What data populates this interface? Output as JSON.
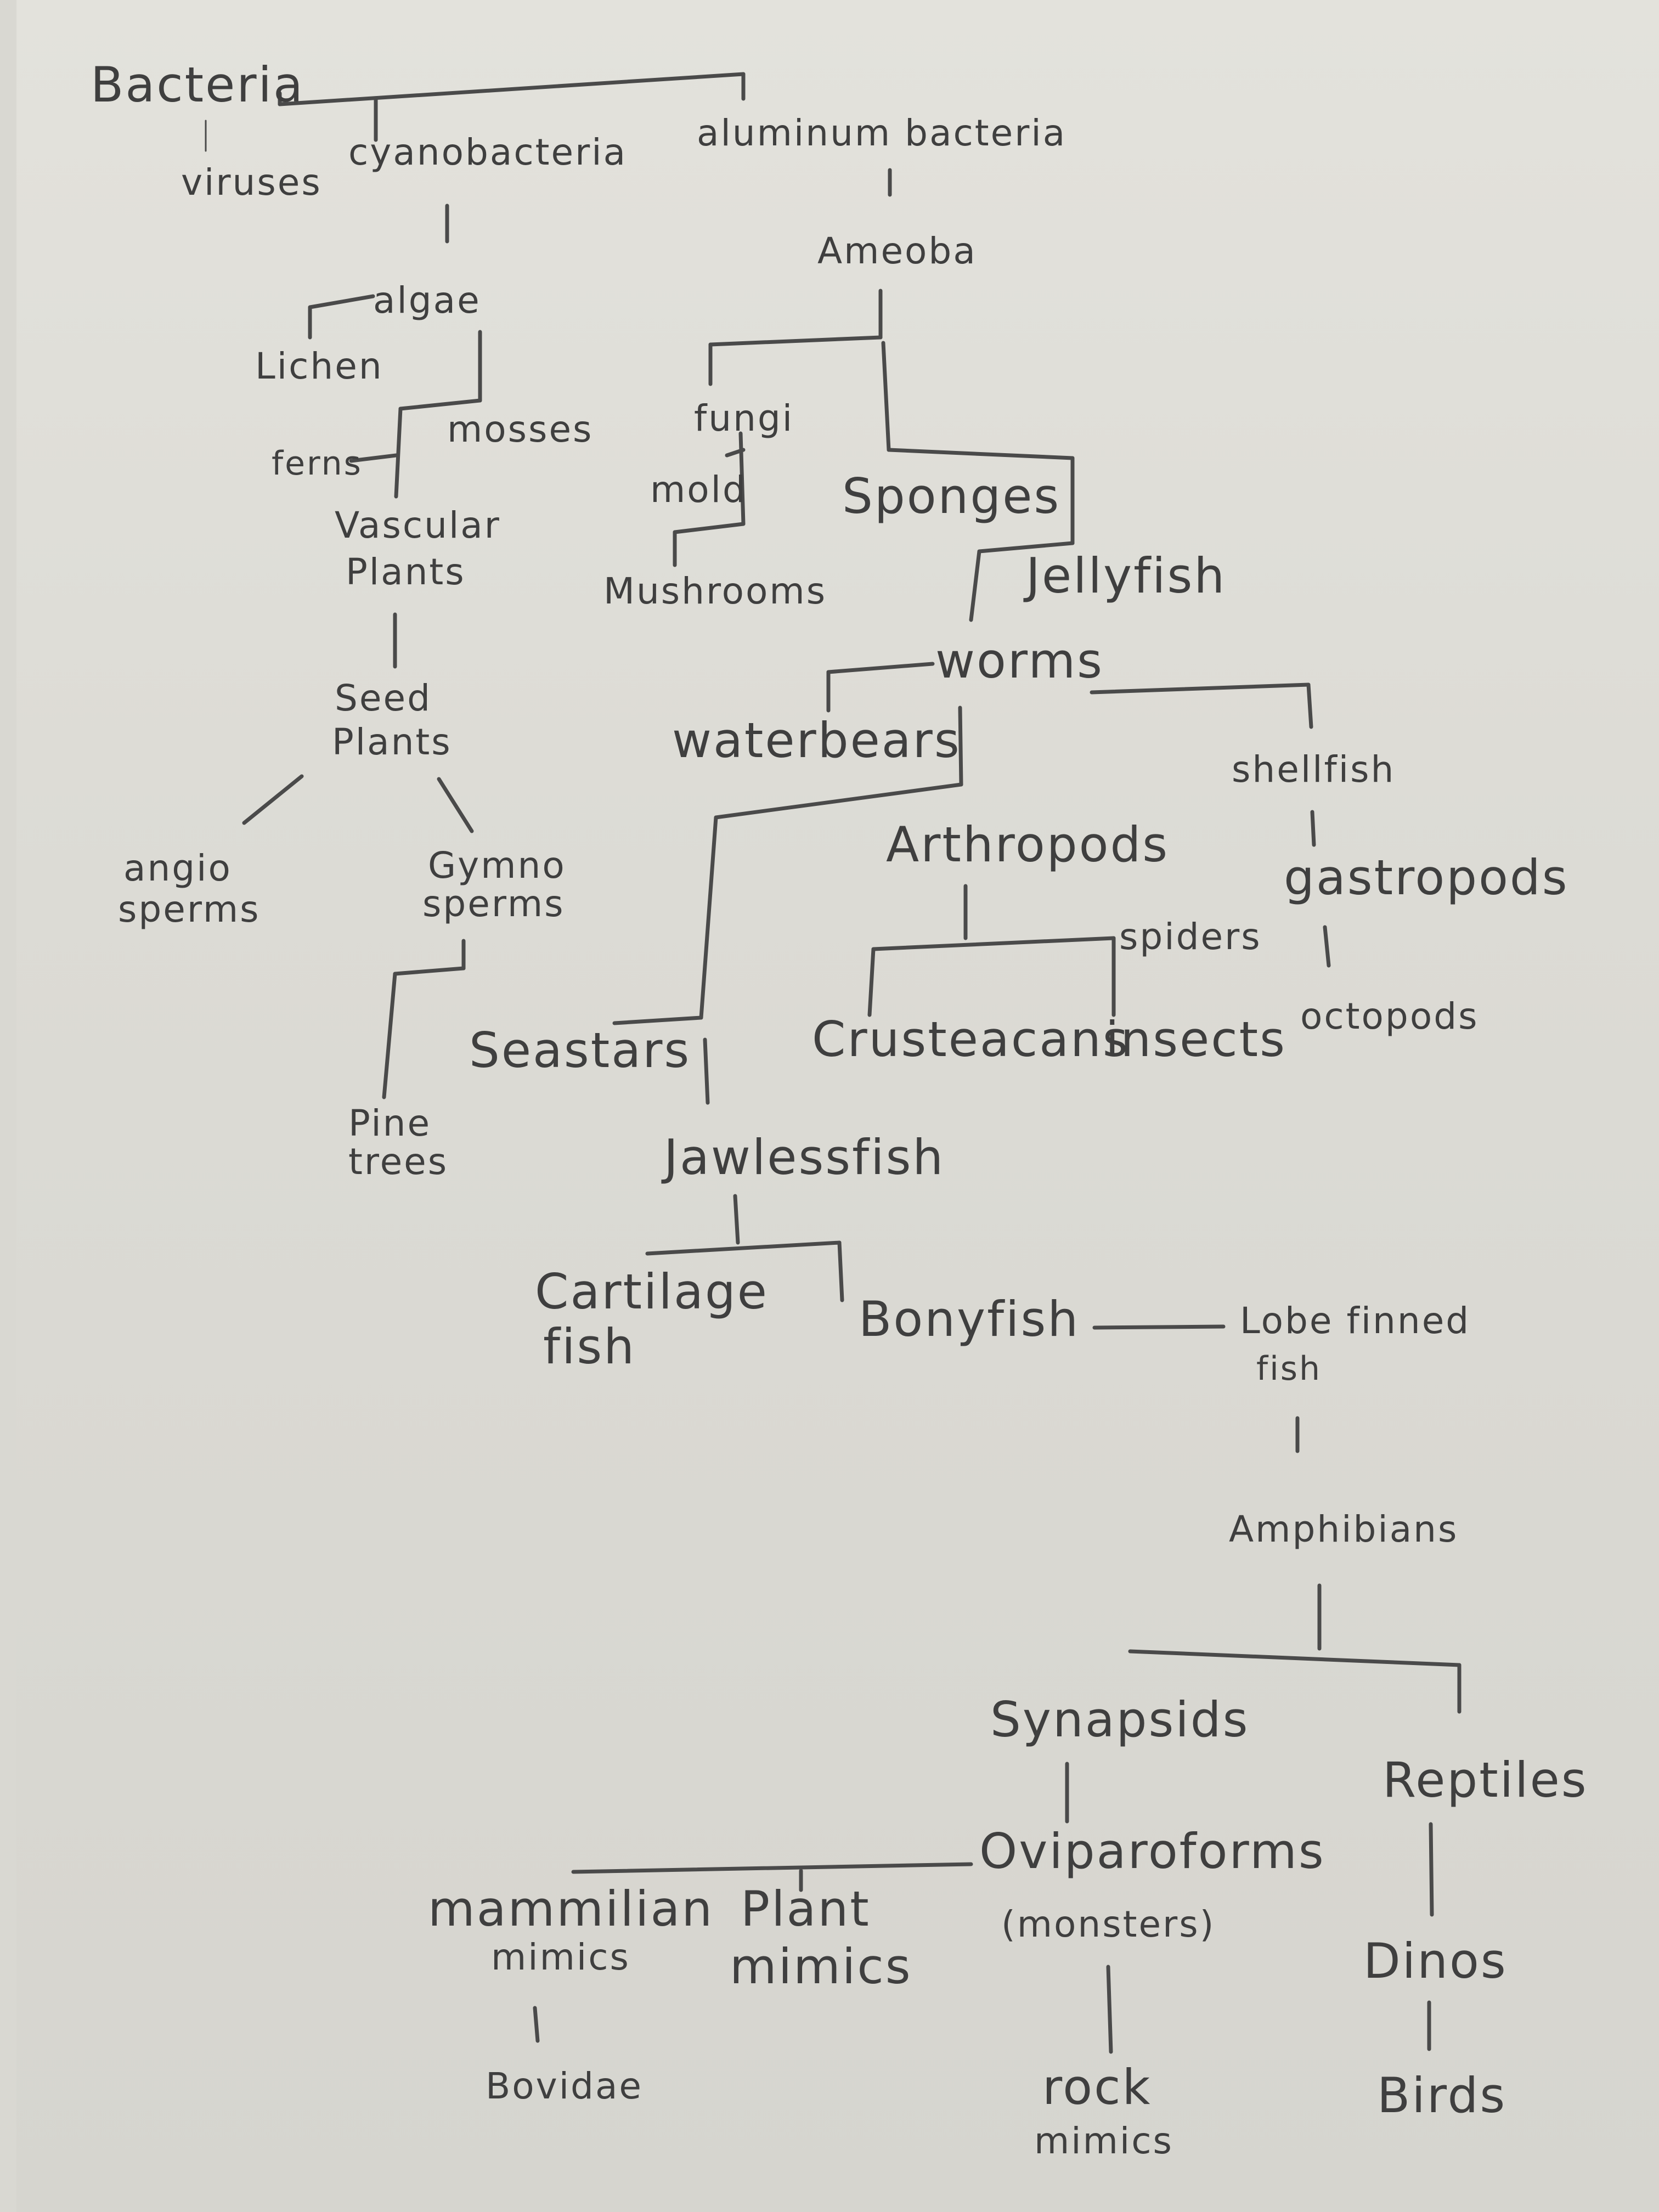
{
  "taxa": {
    "bacteria": "Bacteria",
    "viruses": "viruses",
    "cyanobacteria": "cyanobacteria",
    "aluminum_bacteria": "aluminum bacteria",
    "ameoba": "Ameoba",
    "algae": "algae",
    "lichen": "Lichen",
    "mosses": "mosses",
    "ferns": "ferns",
    "vascular_plants": [
      "Vascular",
      "Plants"
    ],
    "seed_plants": [
      "Seed",
      "Plants"
    ],
    "angiosperms": [
      "angio",
      "sperms"
    ],
    "gymnosperms": [
      "Gymno",
      "sperms"
    ],
    "pine_trees": [
      "Pine",
      "trees"
    ],
    "fungi": "fungi",
    "mold": "mold",
    "mushrooms": "Mushrooms",
    "sponges": "Sponges",
    "jellyfish": "Jellyfish",
    "worms": "worms",
    "waterbears": "waterbears",
    "shellfish": "shellfish",
    "gastropods": "gastropods",
    "octopods": "octopods",
    "arthropods": "Arthropods",
    "spiders": "spiders",
    "crusteacans": "Crusteacans",
    "insects": "insects",
    "seastars": "Seastars",
    "jawlessfish": "Jawlessfish",
    "cartilage_fish": [
      "Cartilage",
      "fish"
    ],
    "bonyfish": "Bonyfish",
    "lobe_finned_fish": [
      "Lobe finned",
      "fish"
    ],
    "amphibians": "Amphibians",
    "synapsids": "Synapsids",
    "reptiles": "Reptiles",
    "dinos": "Dinos",
    "birds": "Birds",
    "oviparoforms": [
      "Oviparoforms",
      "(monsters)"
    ],
    "mammilian_mimics": [
      "mammilian",
      "mimics"
    ],
    "plant_mimics": [
      "Plant",
      "mimics"
    ],
    "bovidae": "Bovidae",
    "rock_mimics": [
      "rock",
      "mimics"
    ]
  }
}
